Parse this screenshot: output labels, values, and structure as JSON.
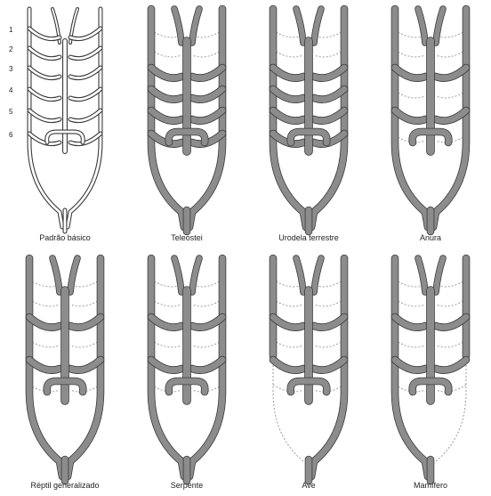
{
  "arch_numbers": [
    "1",
    "2",
    "3",
    "4",
    "5",
    "6"
  ],
  "panels": [
    {
      "id": "basic",
      "label": "Padrão básico",
      "style": "outline",
      "arches": [
        1,
        1,
        1,
        1,
        1,
        1
      ],
      "ghost": [
        0,
        0,
        0,
        0,
        0,
        0
      ],
      "loop": "open"
    },
    {
      "id": "teleost",
      "label": "Teleostei",
      "style": "filled",
      "arches": [
        0,
        0,
        1,
        1,
        1,
        1
      ],
      "ghost": [
        1,
        1,
        0,
        0,
        0,
        0
      ],
      "loop": "open"
    },
    {
      "id": "urodela",
      "label": "Urodela terrestre",
      "style": "filled",
      "arches": [
        0,
        0,
        1,
        1,
        1,
        1
      ],
      "ghost": [
        1,
        1,
        0,
        0,
        0,
        0
      ],
      "loop": "open"
    },
    {
      "id": "anura",
      "label": "Anura",
      "style": "filled",
      "arches": [
        0,
        0,
        1,
        0,
        1,
        0
      ],
      "ghost": [
        1,
        1,
        0,
        1,
        0,
        1
      ],
      "loop": "open"
    },
    {
      "id": "reptile",
      "label": "Réptil generalizado",
      "style": "filled",
      "arches": [
        0,
        0,
        1,
        0,
        1,
        0
      ],
      "ghost": [
        1,
        1,
        0,
        1,
        0,
        1
      ],
      "loop": "both"
    },
    {
      "id": "snake",
      "label": "Serpente",
      "style": "filled",
      "arches": [
        0,
        0,
        1,
        0,
        1,
        0
      ],
      "ghost": [
        1,
        1,
        0,
        1,
        0,
        1
      ],
      "loop": "both"
    },
    {
      "id": "bird",
      "label": "Ave",
      "style": "filled",
      "arches": [
        0,
        0,
        1,
        0,
        1,
        0
      ],
      "ghost": [
        1,
        1,
        0,
        1,
        0,
        1
      ],
      "loop": "right"
    },
    {
      "id": "mammal",
      "label": "Mamífero",
      "style": "filled",
      "arches": [
        0,
        0,
        1,
        0,
        1,
        0
      ],
      "ghost": [
        1,
        1,
        0,
        1,
        0,
        1
      ],
      "loop": "left"
    }
  ]
}
